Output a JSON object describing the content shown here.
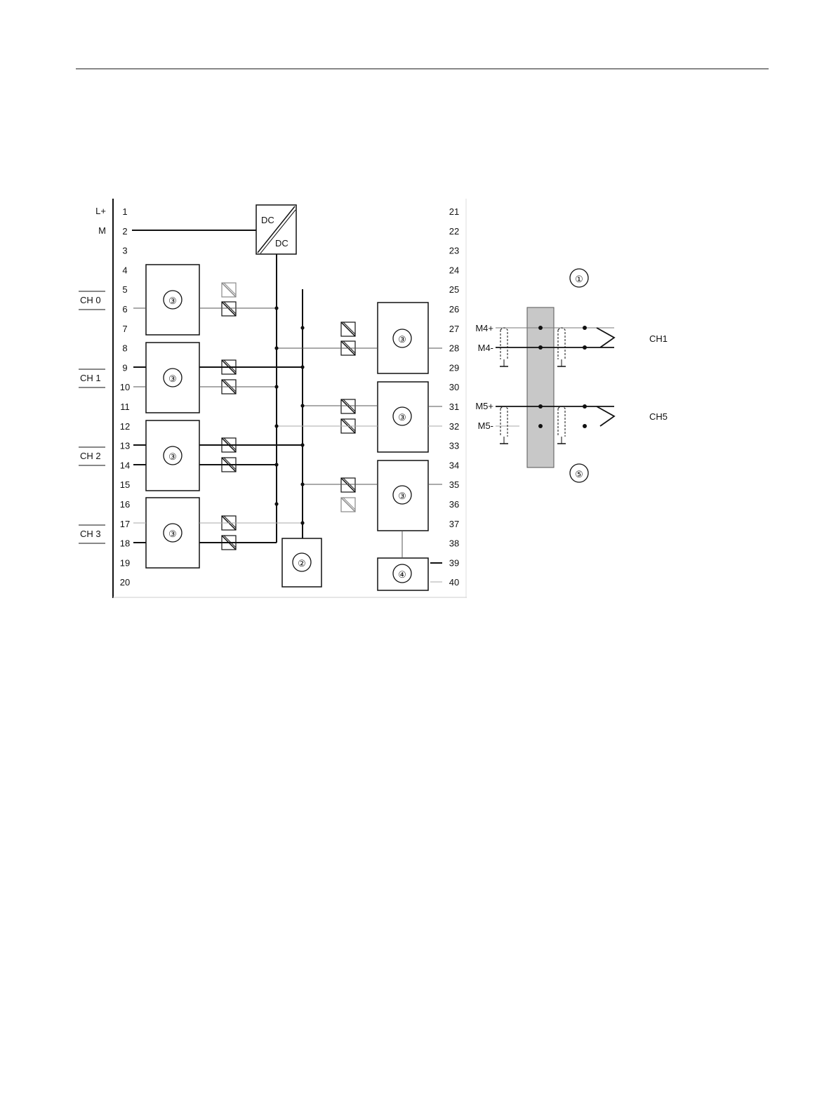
{
  "left_pins": [
    "1",
    "2",
    "3",
    "4",
    "5",
    "6",
    "7",
    "8",
    "9",
    "10",
    "11",
    "12",
    "13",
    "14",
    "15",
    "16",
    "17",
    "18",
    "19",
    "20"
  ],
  "right_pins": [
    "21",
    "22",
    "23",
    "24",
    "25",
    "26",
    "27",
    "28",
    "29",
    "30",
    "31",
    "32",
    "33",
    "34",
    "35",
    "36",
    "37",
    "38",
    "39",
    "40"
  ],
  "supply": {
    "l_plus": "L+",
    "m": "M"
  },
  "converter": {
    "top": "DC",
    "bottom": "DC"
  },
  "channels_left": [
    "CH 0",
    "CH 1",
    "CH 2",
    "CH 3"
  ],
  "channels_right": [
    "CH1",
    "CH5"
  ],
  "block_label": "③",
  "numbered": {
    "n1": "①",
    "n2": "②",
    "n4": "④",
    "n5": "⑤"
  },
  "connector_signals": [
    "M4+",
    "M4-",
    "M5+",
    "M5-"
  ]
}
